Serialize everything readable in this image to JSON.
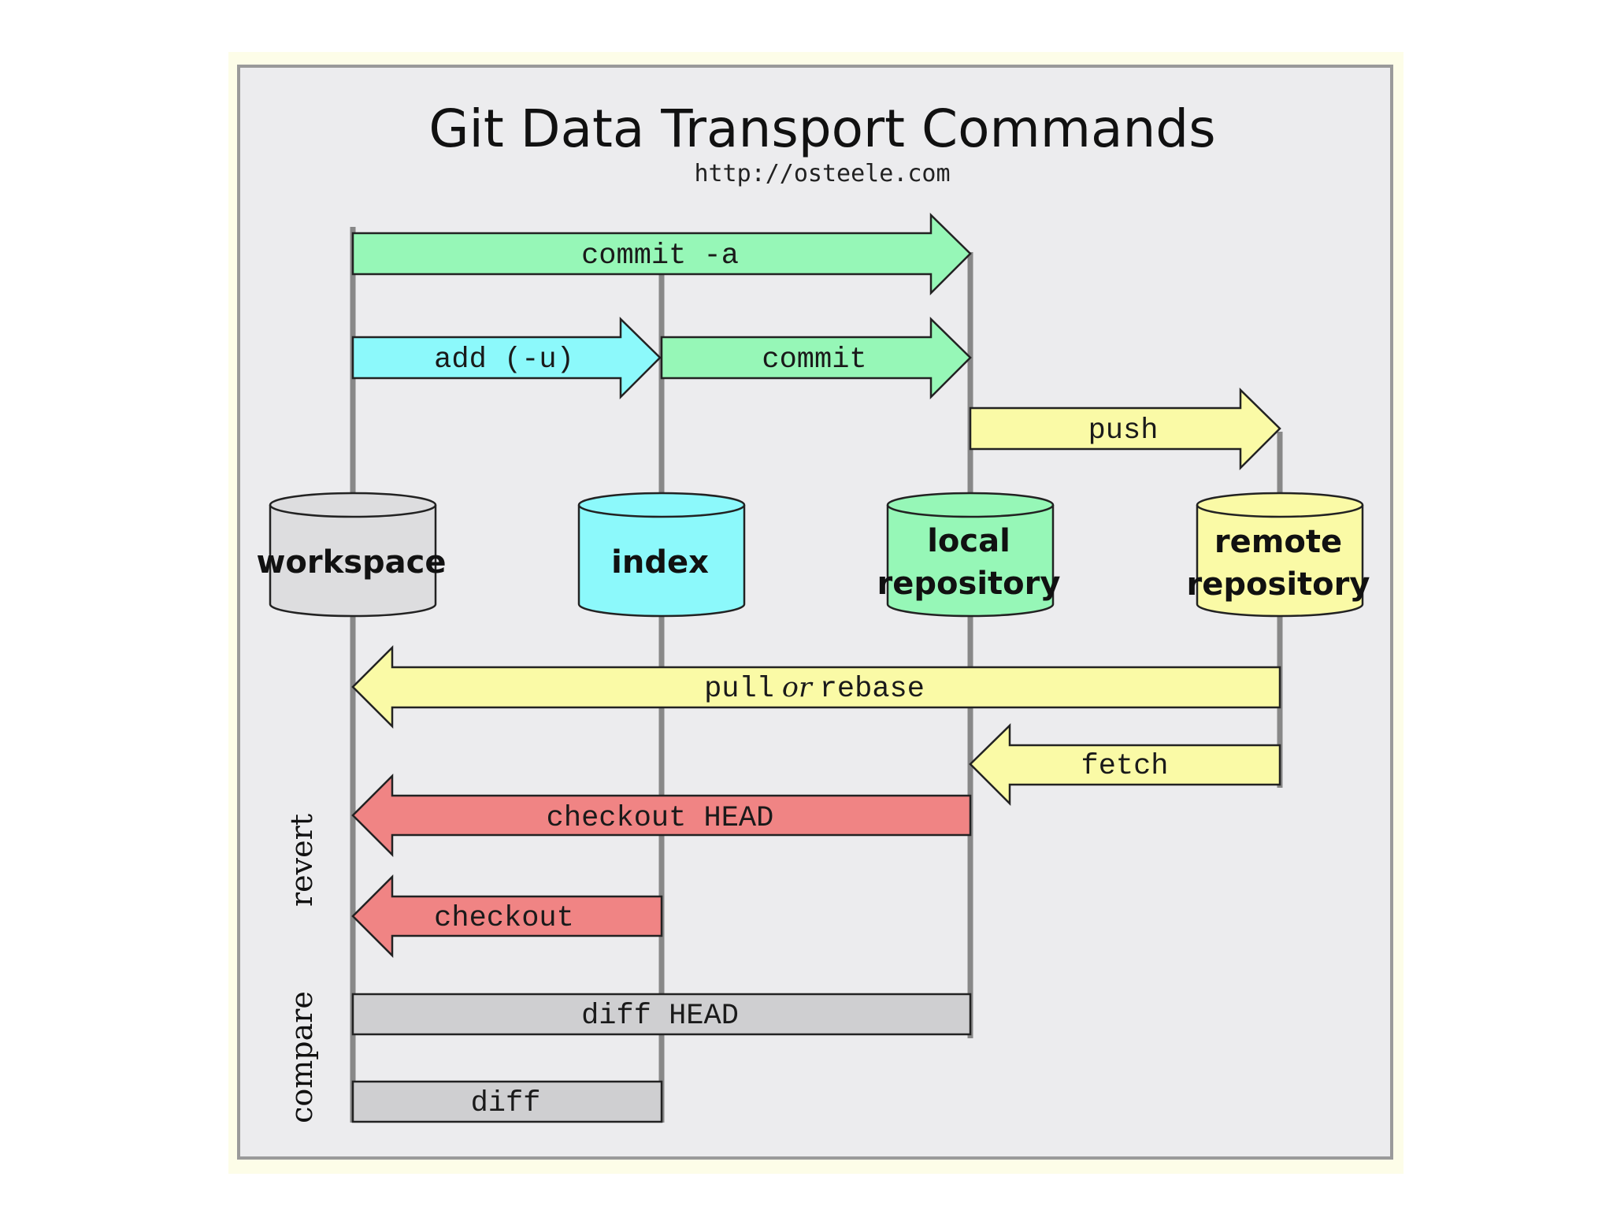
{
  "title": "Git Data Transport Commands",
  "subtitle": "http://osteele.com",
  "stores": {
    "workspace": "workspace",
    "index": "index",
    "local_line1": "local",
    "local_line2": "repository",
    "remote_line1": "remote",
    "remote_line2": "repository"
  },
  "commands": {
    "commit_a": "commit -a",
    "add": "add (-u)",
    "commit": "commit",
    "push": "push",
    "pull_part1": "pull",
    "pull_or": "or",
    "pull_part2": "rebase",
    "fetch": "fetch",
    "checkout_head": "checkout HEAD",
    "checkout": "checkout",
    "diff_head": "diff HEAD",
    "diff": "diff"
  },
  "side_labels": {
    "revert": "revert",
    "compare": "compare"
  },
  "colors": {
    "green": "#96f7b7",
    "cyan": "#8cf9fb",
    "yellow": "#fafaa6",
    "red": "#f08484",
    "gray": "#cfcfd1",
    "store_gray": "#dddddf",
    "panel": "#ececee",
    "frame": "#fdfde8"
  }
}
